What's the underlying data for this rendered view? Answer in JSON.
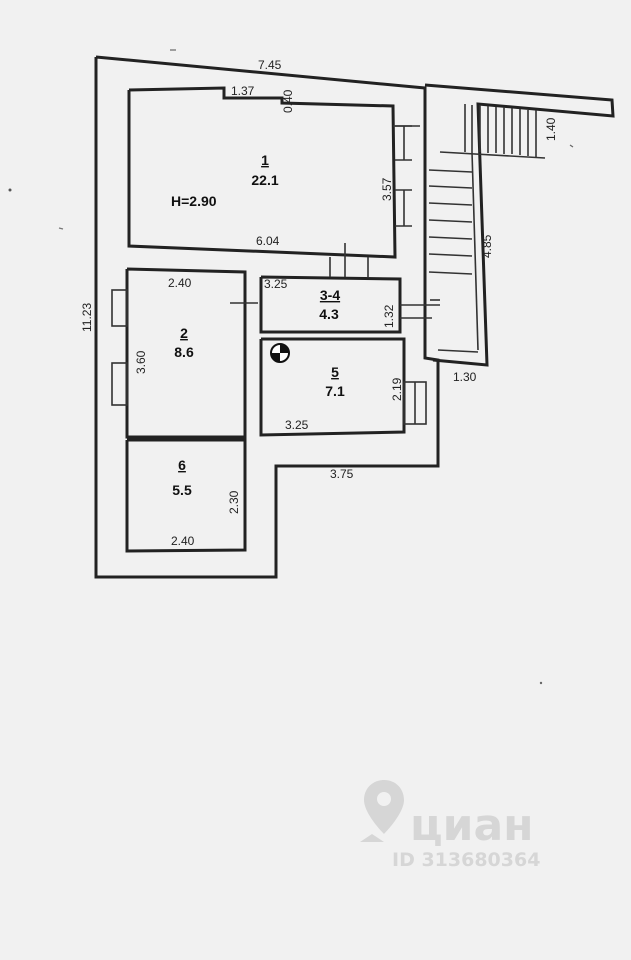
{
  "plan": {
    "ceiling_height": "H=2.90",
    "rooms": [
      {
        "number": "1",
        "area": "22.1"
      },
      {
        "number": "2",
        "area": "8.6"
      },
      {
        "number": "3-4",
        "area": "4.3"
      },
      {
        "number": "5",
        "area": "7.1"
      },
      {
        "number": "6",
        "area": "5.5"
      }
    ],
    "dimensions": {
      "top_width": "7.45",
      "left_height": "11.23",
      "niche_width": "1.37",
      "niche_depth": "0.40",
      "room1_right": "3.57",
      "room1_bottom": "6.04",
      "stair_top": "1.40",
      "stair_side": "4.85",
      "stair_bottom": "1.30",
      "room2_top": "2.40",
      "room2_left": "3.60",
      "room34_top": "3.25",
      "room34_right": "1.32",
      "room5_right": "2.19",
      "room5_bottom": "3.25",
      "lower_width": "3.75",
      "room6_right": "2.30",
      "room6_bottom": "2.40"
    }
  },
  "watermark": {
    "brand": "циан",
    "id_text": "ID 313680364"
  },
  "icons": [
    "gas-meter-icon",
    "cian-logo-icon"
  ]
}
